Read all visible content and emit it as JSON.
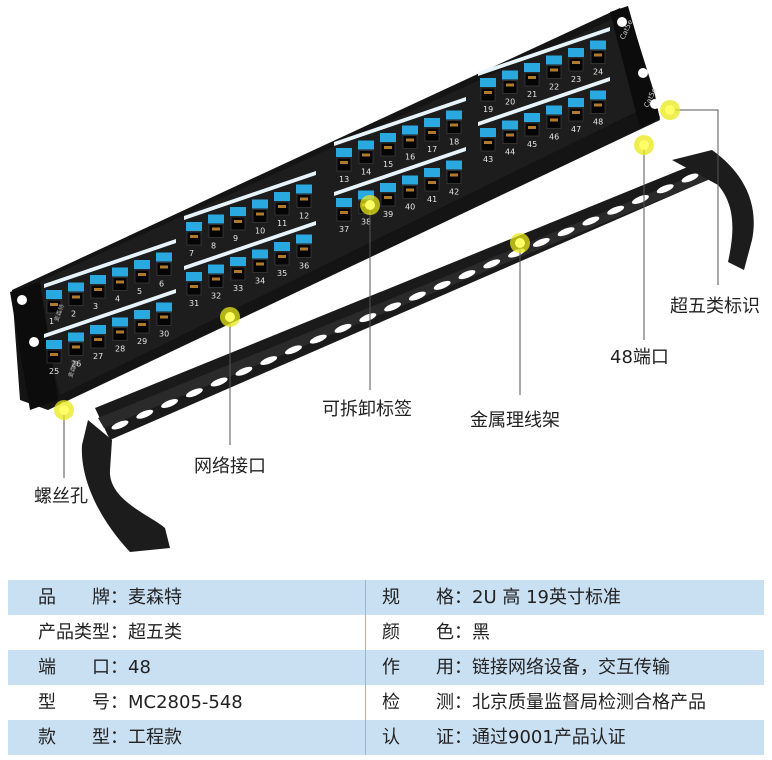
{
  "callouts": {
    "label_cat5e": "超五类标识",
    "port48": "48端口",
    "removable_label": "可拆卸标签",
    "metal_cable_manager": "金属理线架",
    "network_port": "网络接口",
    "screw_hole": "螺丝孔"
  },
  "port_numbers": {
    "m1_top": [
      "1",
      "2",
      "3",
      "4",
      "5",
      "6"
    ],
    "m1_bot": [
      "25",
      "26",
      "27",
      "28",
      "29",
      "30"
    ],
    "m2_top": [
      "7",
      "8",
      "9",
      "10",
      "11",
      "12"
    ],
    "m2_bot": [
      "31",
      "32",
      "33",
      "34",
      "35",
      "36"
    ],
    "m3_top": [
      "13",
      "14",
      "15",
      "16",
      "17",
      "18"
    ],
    "m3_bot": [
      "37",
      "38",
      "39",
      "40",
      "41",
      "42"
    ],
    "m4_top": [
      "19",
      "20",
      "21",
      "22",
      "23",
      "24"
    ],
    "m4_bot": [
      "43",
      "44",
      "45",
      "46",
      "47",
      "48"
    ]
  },
  "panel_marks": {
    "cat5e_tag": "Cat5e",
    "brand_tag": "麦森特"
  },
  "specs": {
    "rows": [
      {
        "left": "品　　牌：麦森特",
        "right": "规　　格：2U 高  19英寸标准"
      },
      {
        "left": "产品类型：超五类",
        "right": "颜　　色：黑"
      },
      {
        "left": "端　　口：48",
        "right": "作　　用：链接网络设备，交互传输"
      },
      {
        "left": "型　　号：MC2805-548",
        "right": "检　　测：北京质量监督局检测合格产品"
      },
      {
        "left": "款　　型：工程款",
        "right": "认　　证：通过9001产品认证"
      }
    ]
  },
  "colors": {
    "panel_body": "#111111",
    "port_blue": "#2aa8e0",
    "highlight": "#e8e81a",
    "row_shade": "#c9dff2"
  }
}
